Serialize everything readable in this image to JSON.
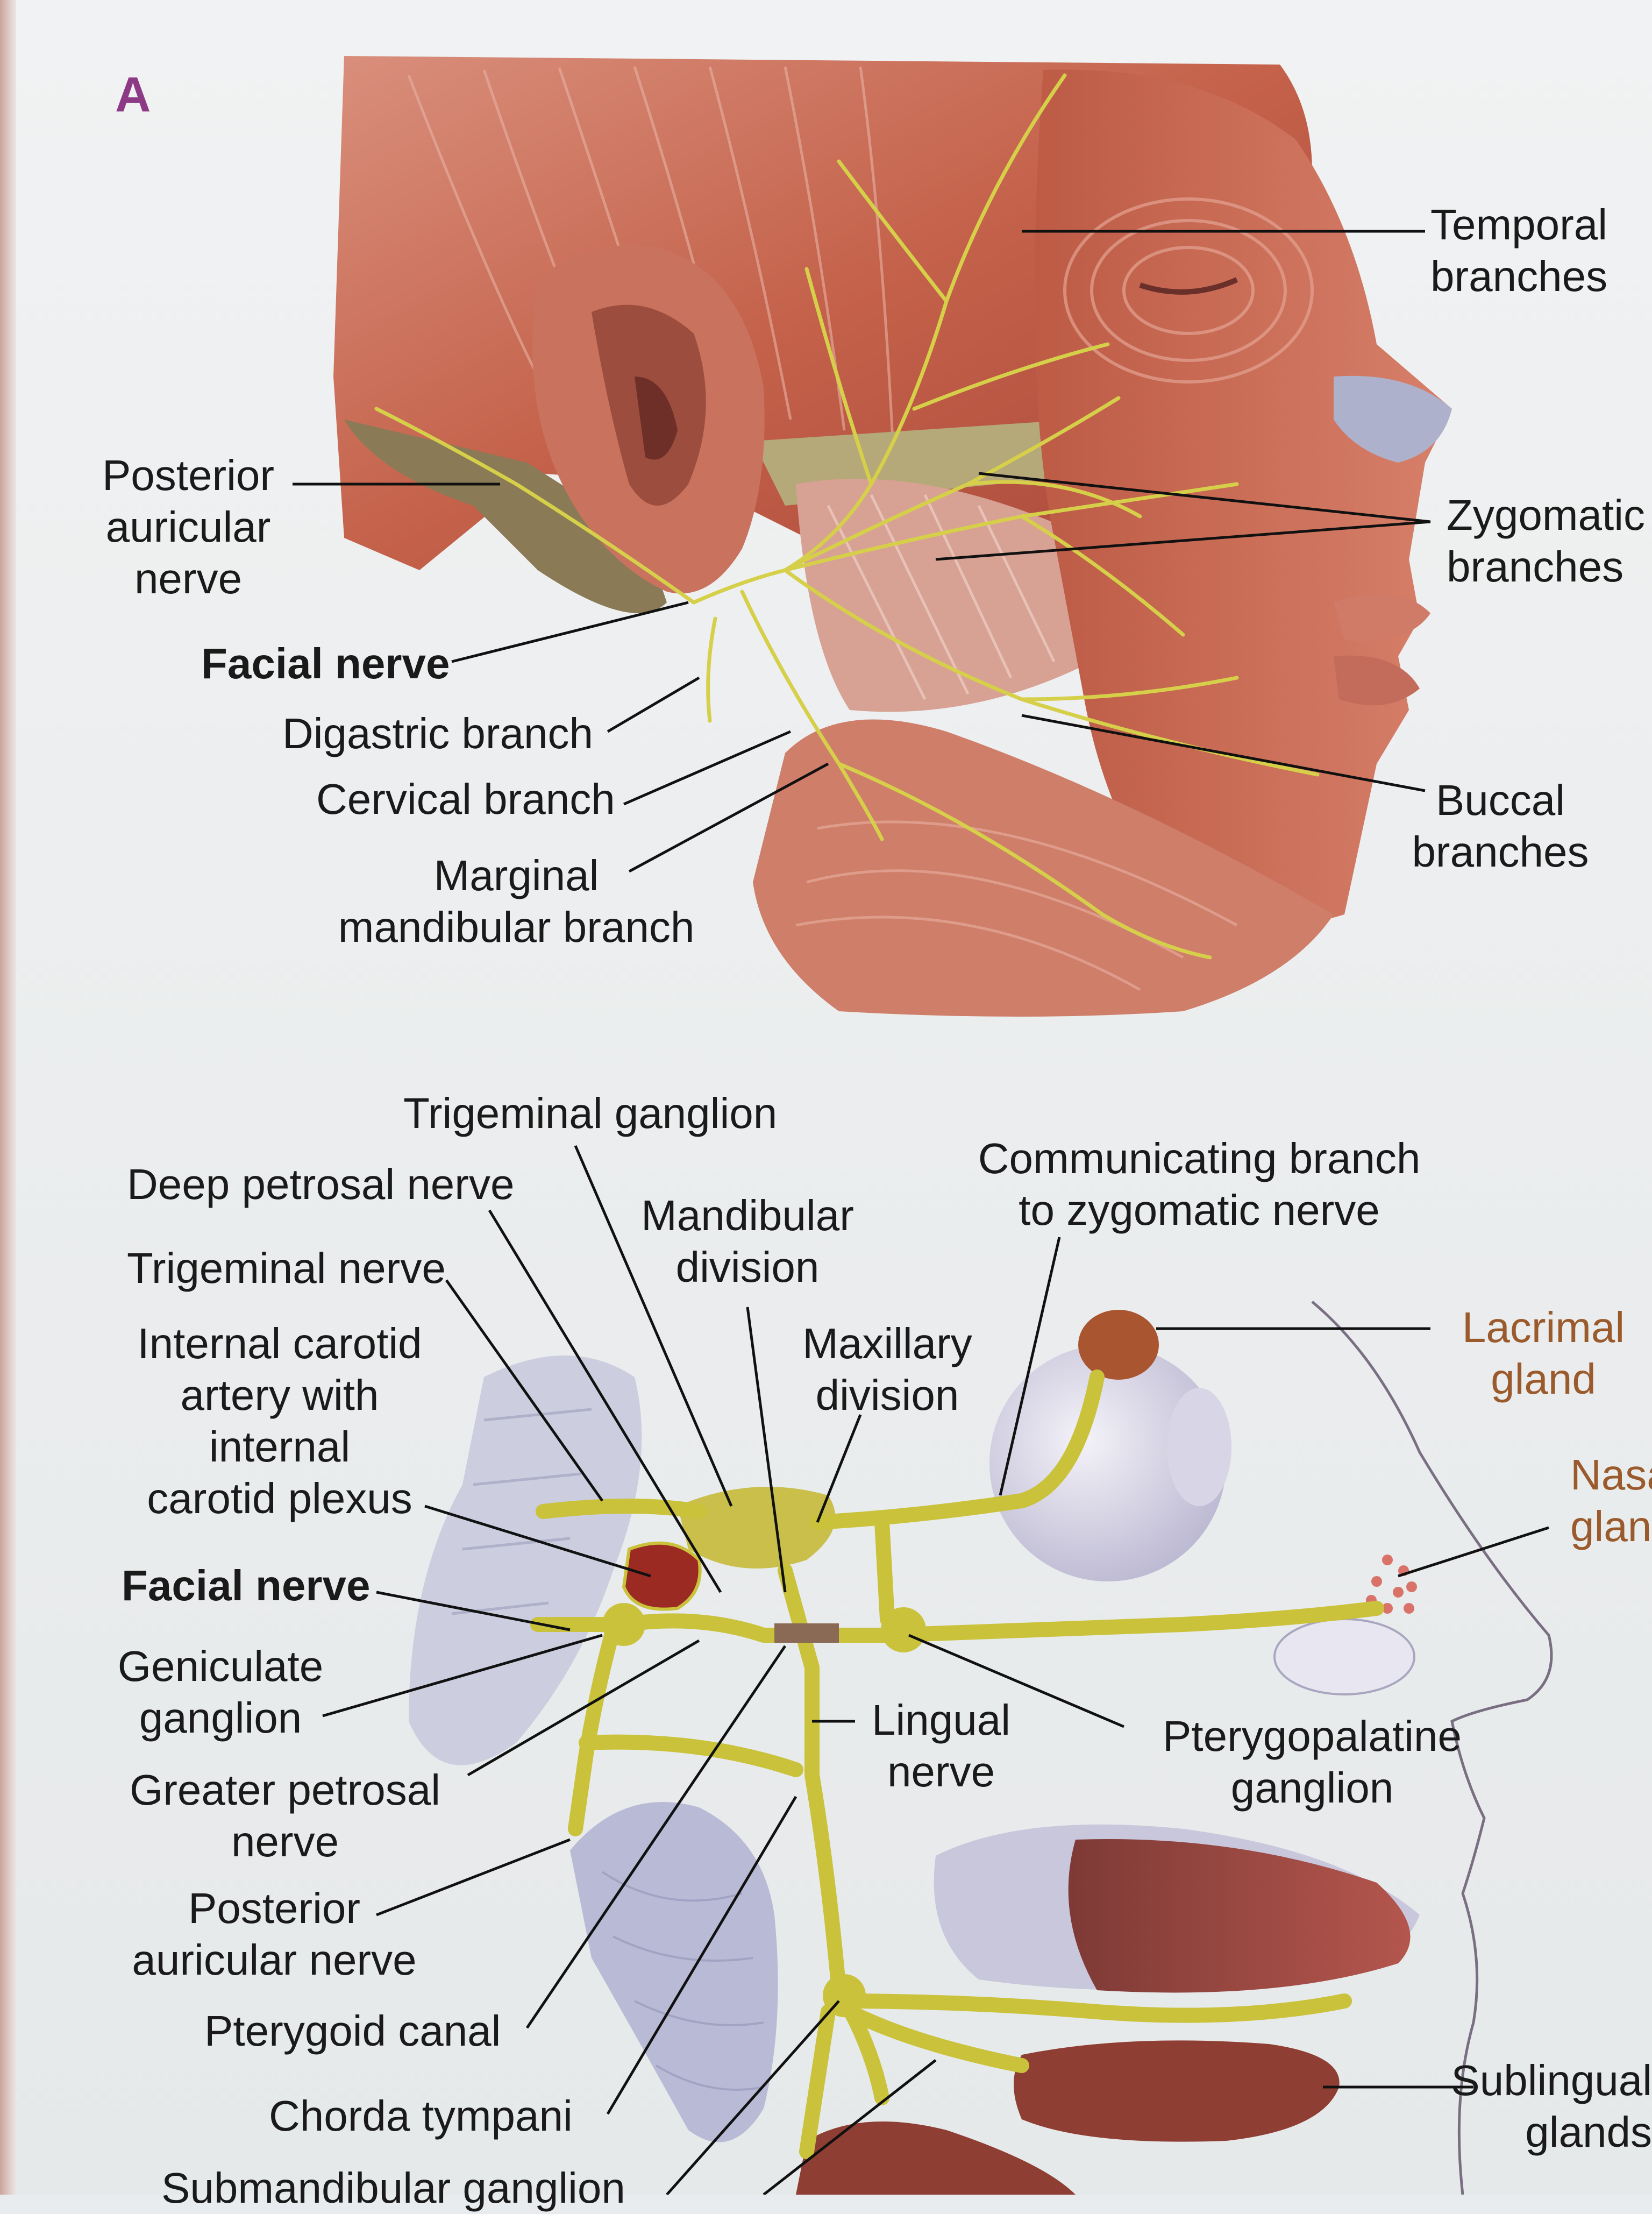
{
  "figure_letter": "A",
  "panel_a": {
    "labels": {
      "temporal_branches": "Temporal\nbranches",
      "posterior_auricular_nerve": "Posterior\nauricular\nnerve",
      "zygomatic_branches": "Zygomatic\nbranches",
      "facial_nerve": "Facial nerve",
      "digastric_branch": "Digastric branch",
      "cervical_branch": "Cervical branch",
      "marginal_mandibular_branch": "Marginal\nmandibular branch",
      "buccal_branches": "Buccal\nbranches"
    }
  },
  "panel_b": {
    "labels": {
      "trigeminal_ganglion": "Trigeminal ganglion",
      "deep_petrosal_nerve": "Deep petrosal nerve",
      "mandibular_division": "Mandibular\ndivision",
      "communicating_branch": "Communicating branch\nto zygomatic nerve",
      "trigeminal_nerve": "Trigeminal nerve",
      "internal_carotid": "Internal carotid\nartery with\ninternal\ncarotid plexus",
      "maxillary_division": "Maxillary\ndivision",
      "lacrimal_gland": "Lacrimal\ngland",
      "nasal_glands": "Nasal\nglands",
      "facial_nerve": "Facial nerve",
      "geniculate_ganglion": "Geniculate\nganglion",
      "lingual_nerve": "Lingual\nnerve",
      "pterygopalatine_ganglion": "Pterygopalatine\nganglion",
      "greater_petrosal_nerve": "Greater petrosal\nnerve",
      "posterior_auricular_nerve": "Posterior\nauricular nerve",
      "pterygoid_canal": "Pterygoid canal",
      "chorda_tympani": "Chorda tympani",
      "sublingual_gland": "Sublingual\nglands",
      "submandibular_ganglion": "Submandibular ganglion"
    }
  },
  "colors": {
    "nerve": "#c9c23a",
    "muscle": "#c4614a",
    "label_text": "#1a1a1a",
    "gland_label": "#9a5a2c",
    "figure_letter": "#8d3a86"
  }
}
